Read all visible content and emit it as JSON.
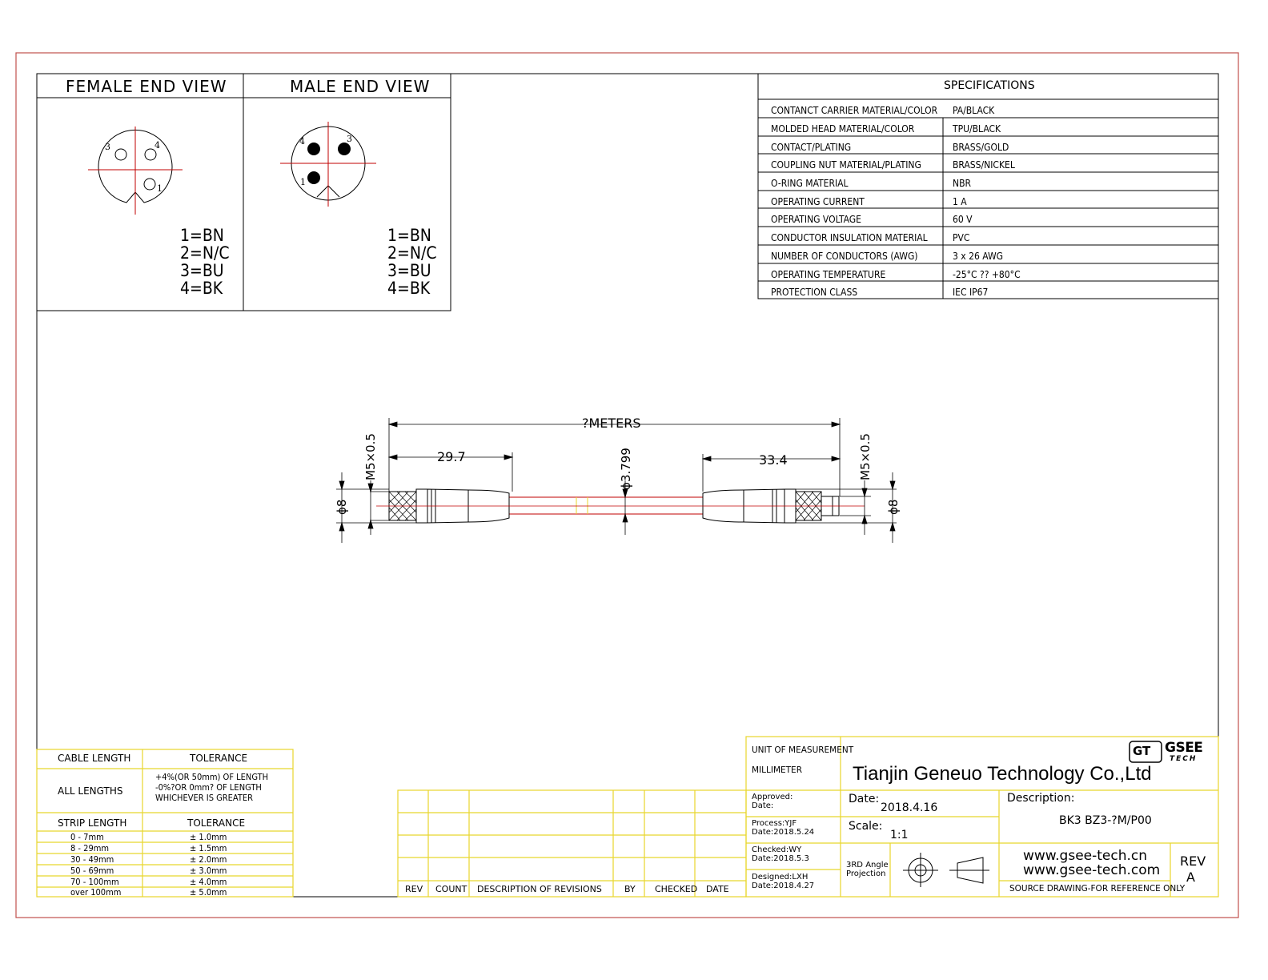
{
  "end_views": {
    "female_title": "FEMALE END VIEW",
    "male_title": "MALE END VIEW",
    "female_pins": {
      "p3": "3",
      "p4": "4",
      "p1": "1"
    },
    "male_pins": {
      "p4": "4",
      "p3": "3",
      "p1": "1"
    },
    "pin_map_female": [
      "1=BN",
      "2=N/C",
      "3=BU",
      "4=BK"
    ],
    "pin_map_male": [
      "1=BN",
      "2=N/C",
      "3=BU",
      "4=BK"
    ]
  },
  "specifications": {
    "title": "SPECIFICATIONS",
    "rows": [
      {
        "k": "CONTANCT CARRIER MATERIAL/COLOR",
        "v": "PA/BLACK"
      },
      {
        "k": "MOLDED HEAD MATERIAL/COLOR",
        "v": "TPU/BLACK"
      },
      {
        "k": "CONTACT/PLATING",
        "v": "BRASS/GOLD"
      },
      {
        "k": "COUPLING NUT MATERIAL/PLATING",
        "v": "BRASS/NICKEL"
      },
      {
        "k": "O-RING MATERIAL",
        "v": "NBR"
      },
      {
        "k": "OPERATING CURRENT",
        "v": "1 A"
      },
      {
        "k": "OPERATING VOLTAGE",
        "v": "60 V"
      },
      {
        "k": "CONDUCTOR INSULATION MATERIAL",
        "v": "PVC"
      },
      {
        "k": "NUMBER OF CONDUCTORS (AWG)",
        "v": "3 x 26 AWG"
      },
      {
        "k": "OPERATING TEMPERATURE",
        "v": "-25°C ?? +80°C"
      },
      {
        "k": "PROTECTION CLASS",
        "v": "IEC  IP67"
      }
    ]
  },
  "dimensions": {
    "length": "?METERS",
    "left_len": "29.7",
    "right_len": "33.4",
    "cable_dia": "ϕ3.799",
    "thread_left": "M5×0.5",
    "thread_right": "M5×0.5",
    "dia_left": "ϕ8",
    "dia_right": "ϕ8"
  },
  "tolerance": {
    "h1": "CABLE LENGTH",
    "h2": "TOLERANCE",
    "all_lengths": "ALL LENGTHS",
    "all_tol": [
      "+4%(OR 50mm) OF LENGTH",
      "-0%?OR 0mm? OF LENGTH",
      "WHICHEVER  IS  GREATER"
    ],
    "h3": "STRIP LENGTH",
    "h4": "TOLERANCE",
    "rows": [
      {
        "range": "0 - 7mm",
        "tol": "± 1.0mm"
      },
      {
        "range": "8 - 29mm",
        "tol": "± 1.5mm"
      },
      {
        "range": "30 - 49mm",
        "tol": "± 2.0mm"
      },
      {
        "range": "50 - 69mm",
        "tol": "± 3.0mm"
      },
      {
        "range": "70 - 100mm",
        "tol": "± 4.0mm"
      },
      {
        "range": "over 100mm",
        "tol": "± 5.0mm"
      }
    ]
  },
  "revisions": {
    "headers": [
      "REV",
      "COUNT",
      "DESCRIPTION  OF  REVISIONS",
      "BY",
      "CHECKED",
      "DATE"
    ]
  },
  "title_block": {
    "unit_label": "UNIT OF MEASUREMENT",
    "unit_value": "MILLIMETER",
    "company": "Tianjin Geneuo Technology Co.,Ltd",
    "logo_gt": "GT",
    "logo_gsee": "GSEE",
    "logo_tech": "TECH",
    "approved": "Approved:",
    "approved_date": "Date:",
    "process": "Process:YJF",
    "process_date": "Date:2018.5.24",
    "checked": "Checked:WY",
    "checked_date": "Date:2018.5.3",
    "designed": "Designed:LXH",
    "designed_date": "Date:2018.4.27",
    "date_label": "Date:",
    "date_value": "2018.4.16",
    "scale_label": "Scale:",
    "scale_value": "1:1",
    "projection": [
      "3RD Angle",
      "Projection"
    ],
    "description_label": "Description:",
    "description_value": "BK3 BZ3-?M/P00",
    "web1": "www.gsee-tech.cn",
    "web2": "www.gsee-tech.com",
    "rev_label": "REV",
    "rev_value": "A",
    "source_note": "SOURCE DRAWING-FOR REFERENCE ONLY"
  },
  "colors": {
    "frame": "#c0504d",
    "line": "#000000",
    "title_block": "#e8d62c",
    "center_line": "#c00000"
  }
}
